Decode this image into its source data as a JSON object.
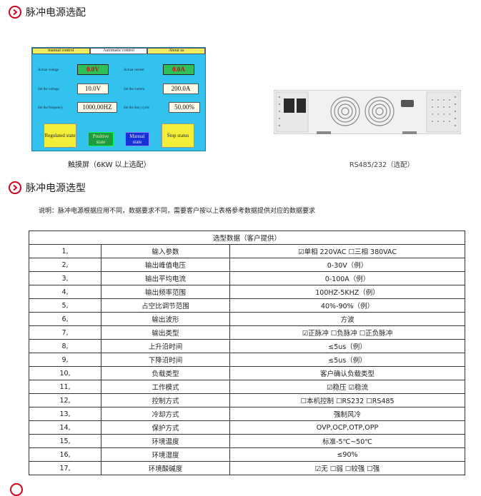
{
  "sections": {
    "title1": "脉冲电源选配",
    "title2": "脉冲电源选型"
  },
  "touch_panel": {
    "tabs": [
      "manual control",
      "Automatic control",
      "About us"
    ],
    "actual_voltage_label": "Actual voltage",
    "actual_voltage_value": "0.0V",
    "actual_current_label": "Actual current",
    "actual_current_value": "0.0A",
    "set_voltage_label": "Set the voltage",
    "set_voltage_value": "10.0V",
    "set_current_label": "Set the current",
    "set_current_value": "200.0A",
    "set_frequency_label": "Set the frequency",
    "set_frequency_value": "1000.00HZ",
    "set_duty_label": "Set the duty cycle",
    "set_duty_value": "50.00%",
    "btn_regulated": "Regulated state",
    "btn_positive": "Positive state",
    "btn_manual": "Manual state",
    "btn_stop": "Stop status"
  },
  "captions": {
    "touch": "触摸屏（6KW 以上选配）",
    "rs485": "RS485/232（选配）"
  },
  "note": "说明：脉冲电源根据应用不同，数据要求不同，需要客户按以上表格参考数据提供对应的数据要求",
  "table": {
    "header": "选型数据（客户提供）",
    "rows": [
      [
        "1,",
        "输入参数",
        "☑单相 220VAC   ☐三相 380VAC"
      ],
      [
        "2,",
        "输出峰值电压",
        "0-30V（例）"
      ],
      [
        "3,",
        "输出平均电流",
        "0-100A（例）"
      ],
      [
        "4,",
        "输出频率范围",
        "100HZ-5KHZ（例）"
      ],
      [
        "5,",
        "占空比调节范围",
        "40%-90%（例）"
      ],
      [
        "6,",
        "输出波形",
        "方波"
      ],
      [
        "7,",
        "输出类型",
        "☑正脉冲  ☐负脉冲  ☐正负脉冲"
      ],
      [
        "8,",
        "上升沿时间",
        "≤5us（例）"
      ],
      [
        "9,",
        "下降沿时间",
        "≤5us（例）"
      ],
      [
        "10,",
        "负载类型",
        "客户确认负载类型"
      ],
      [
        "11,",
        "工作模式",
        "☑稳压   ☑稳流"
      ],
      [
        "12,",
        "控制方式",
        "☐本机控制 ☐RS232 ☐RS485"
      ],
      [
        "13,",
        "冷却方式",
        "强制风冷"
      ],
      [
        "14,",
        "保护方式",
        "OVP,OCP,OTP,OPP"
      ],
      [
        "15,",
        "环境温度",
        "标准-5℃~50℃"
      ],
      [
        "16,",
        "环境湿度",
        "≤90%"
      ],
      [
        "17,",
        "环境酸碱度",
        "☑无   ☐弱   ☐较强   ☐强"
      ]
    ]
  }
}
